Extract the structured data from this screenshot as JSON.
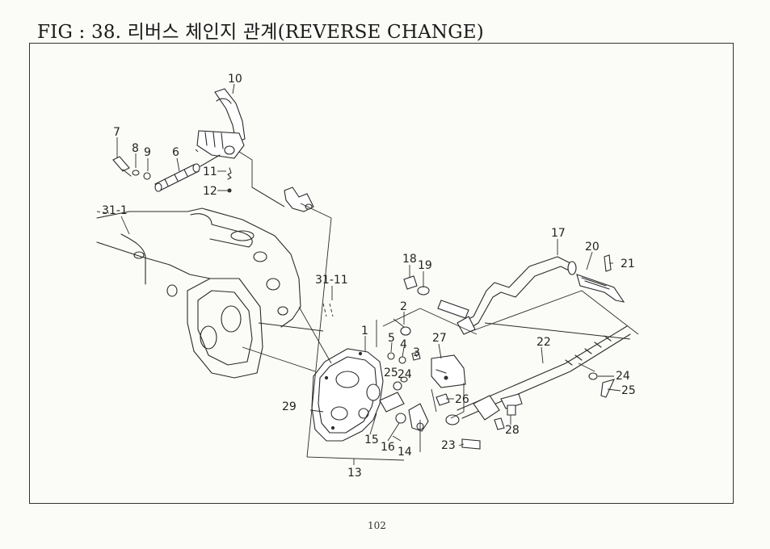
{
  "title": "FIG : 38. 리버스 체인지 관계(REVERSE CHANGE)",
  "page_number": "102",
  "callouts": [
    {
      "id": "c10",
      "text": "10"
    },
    {
      "id": "c7",
      "text": "7"
    },
    {
      "id": "c8",
      "text": "8"
    },
    {
      "id": "c9",
      "text": "9"
    },
    {
      "id": "c6",
      "text": "6"
    },
    {
      "id": "c11",
      "text": "11"
    },
    {
      "id": "c12",
      "text": "12"
    },
    {
      "id": "c31-1",
      "text": "31-1"
    },
    {
      "id": "c17",
      "text": "17"
    },
    {
      "id": "c20",
      "text": "20"
    },
    {
      "id": "c21",
      "text": "21"
    },
    {
      "id": "c18",
      "text": "18"
    },
    {
      "id": "c19",
      "text": "19"
    },
    {
      "id": "c31-11",
      "text": "31-11"
    },
    {
      "id": "c2",
      "text": "2"
    },
    {
      "id": "c1",
      "text": "1"
    },
    {
      "id": "c5",
      "text": "5"
    },
    {
      "id": "c4",
      "text": "4"
    },
    {
      "id": "c3",
      "text": "3"
    },
    {
      "id": "c27",
      "text": "27"
    },
    {
      "id": "c25a",
      "text": "25"
    },
    {
      "id": "c24a",
      "text": "24"
    },
    {
      "id": "c22",
      "text": "22"
    },
    {
      "id": "c24b",
      "text": "24"
    },
    {
      "id": "c25b",
      "text": "25"
    },
    {
      "id": "c26",
      "text": "26"
    },
    {
      "id": "c29",
      "text": "29"
    },
    {
      "id": "c28",
      "text": "28"
    },
    {
      "id": "c15",
      "text": "15"
    },
    {
      "id": "c16",
      "text": "16"
    },
    {
      "id": "c14",
      "text": "14"
    },
    {
      "id": "c23",
      "text": "23"
    },
    {
      "id": "c13",
      "text": "13"
    }
  ]
}
